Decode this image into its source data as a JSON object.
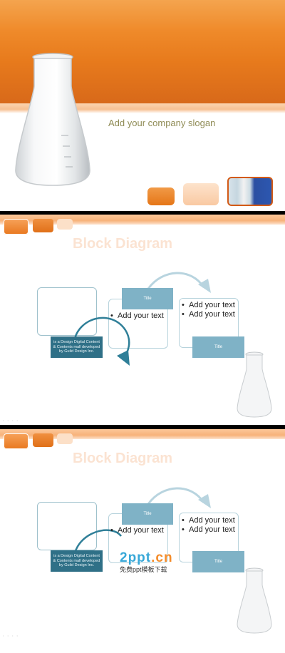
{
  "slide1": {
    "slogan": "Add your company slogan"
  },
  "slide2": {
    "title": "Block Diagram",
    "title_box_1": "Title",
    "title_box_2": "Title",
    "mid_bullets": [
      "Add your text"
    ],
    "right_bullets": [
      "Add your text",
      "Add your text"
    ],
    "caption": "is a Design Digital Content & Contents mall developed by Guild Design Inc."
  },
  "slide3": {
    "title": "Block Diagram",
    "title_box_1": "Title",
    "title_box_2": "Title",
    "mid_bullets": [
      "Add your text"
    ],
    "right_bullets": [
      "Add your text",
      "Add your text"
    ],
    "caption": "is a Design Digital Content & Contents mall developed by Guild Design Inc."
  },
  "watermark": {
    "brand_a": "2ppt",
    "brand_b": ".cn",
    "tagline": "免费ppt模板下载"
  },
  "colors": {
    "orange": "#e77a1c",
    "teal_light": "#7fb2c6",
    "teal_dark": "#2f7087",
    "slogan": "#8f8b55"
  }
}
